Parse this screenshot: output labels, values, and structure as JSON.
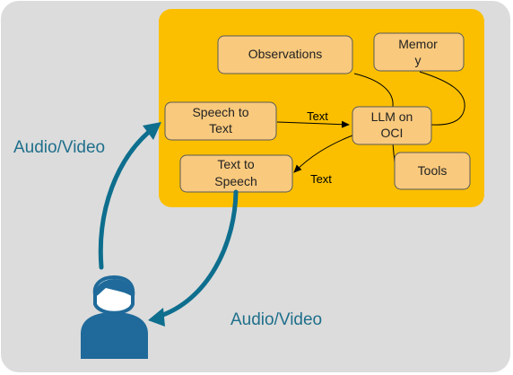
{
  "boxes": {
    "observations": "Observations",
    "memory_line1": "Memor",
    "memory_line2": "y",
    "speech_to_text_line1": "Speech to",
    "speech_to_text_line2": "Text",
    "llm_line1": "LLM on",
    "llm_line2": "OCI",
    "tools": "Tools",
    "text_to_speech_line1": "Text to",
    "text_to_speech_line2": "Speech"
  },
  "edge_labels": {
    "stt_to_llm": "Text",
    "llm_to_tts": "Text",
    "user_to_system": "Audio/Video",
    "system_to_user": "Audio/Video"
  },
  "icons": {
    "user": "user-icon"
  },
  "colors": {
    "outer_background": "#dcdcdc",
    "system_panel": "#fbbf00",
    "box_fill": "#f9c97d",
    "box_stroke": "#5a5a5a",
    "flow_arrow": "#0e6e8e",
    "label_blue": "#1f6f8b",
    "user_icon": "#1f6a9a"
  }
}
